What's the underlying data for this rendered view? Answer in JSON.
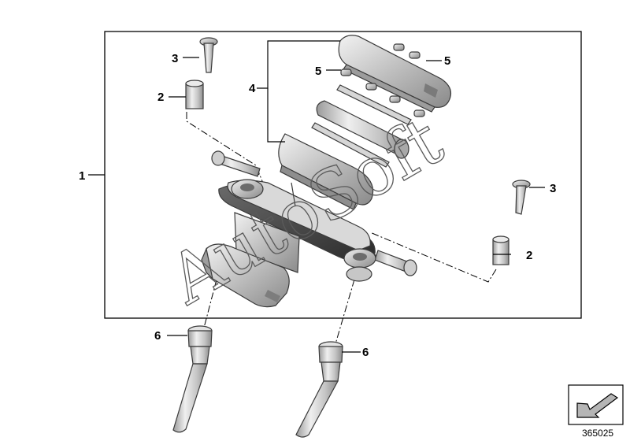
{
  "callouts": {
    "c1": "1",
    "c2a": "2",
    "c2b": "2",
    "c3a": "3",
    "c3b": "3",
    "c4": "4",
    "c5a": "5",
    "c5b": "5",
    "c6a": "6",
    "c6b": "6"
  },
  "watermark": "AutoSoft",
  "diagram_code": "365025",
  "icons": {
    "corner": "direction-arrow-icon"
  }
}
